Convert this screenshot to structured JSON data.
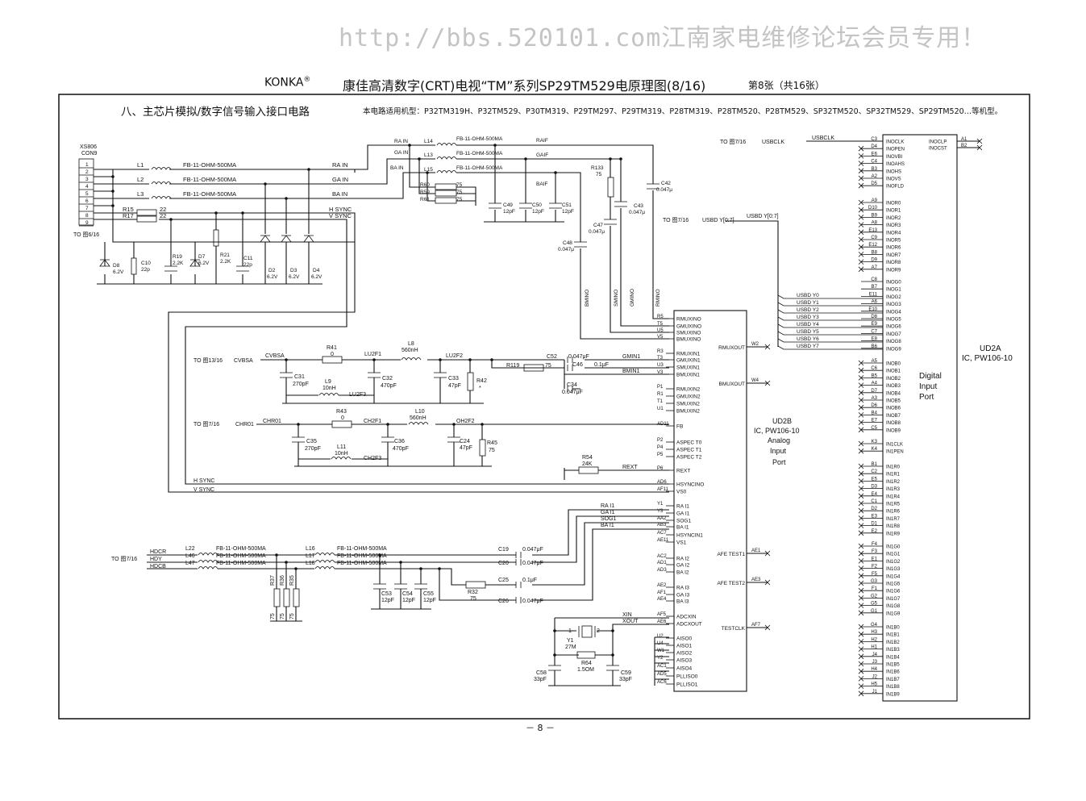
{
  "watermark": "http://bbs.520101.com江南家电维修论坛会员专用！",
  "header": {
    "brand": "KONKA",
    "registered": "®",
    "title": "康佳高清数字(CRT)电视“TM”系列SP29TM529电原理图(8/16)",
    "sheet": "第8张（共16张）"
  },
  "section": {
    "title": "八、主芯片模拟/数字信号输入接口电路",
    "models": "本电路适用机型：P32TM319H、P32TM529、P30TM319、P29TM297、P29TM319、P28TM319、P28TM520、P28TM529、SP32TM520、SP32TM529、SP29TM520…等机型。"
  },
  "footer": {
    "page": "－ 8 －"
  },
  "connector": {
    "ref": "XS806",
    "name": "CON9",
    "to": "TO 图6/16",
    "pins": [
      "1",
      "2",
      "3",
      "4",
      "5",
      "6",
      "7",
      "8",
      "9"
    ]
  },
  "ferrites": [
    {
      "ref": "L1",
      "val": "FB-11-OHM-500MA",
      "net": "RA IN"
    },
    {
      "ref": "L2",
      "val": "FB-11-OHM-500MA",
      "net": "GA IN"
    },
    {
      "ref": "L3",
      "val": "FB-11-OHM-500MA",
      "net": "BA IN"
    }
  ],
  "sync_resistors": [
    {
      "ref": "R15",
      "val": "22",
      "net": "H SYNC"
    },
    {
      "ref": "R17",
      "val": "22",
      "net": "V SYNC"
    }
  ],
  "protection": [
    {
      "ref": "D8",
      "val": "6.2V"
    },
    {
      "ref": "C10",
      "val": "22p"
    },
    {
      "ref": "R19",
      "val": "2.2K"
    },
    {
      "ref": "D7",
      "val": "6.2V"
    },
    {
      "ref": "R21",
      "val": "2.2K"
    },
    {
      "ref": "C11",
      "val": "22p"
    },
    {
      "ref": "D2",
      "val": "6.2V"
    },
    {
      "ref": "D3",
      "val": "6.2V"
    },
    {
      "ref": "D4",
      "val": "6.2V"
    }
  ],
  "rgb_input": {
    "nets": [
      "RA IN",
      "GA IN",
      "BA IN"
    ],
    "filters": [
      {
        "ref": "L14",
        "val": "FB-11-OHM-500MA"
      },
      {
        "ref": "L13",
        "val": "FB-11-OHM-500MA"
      },
      {
        "ref": "L15",
        "val": "FB-11-OHM-500MA"
      }
    ],
    "terminations": [
      {
        "ref": "R60",
        "val": "75"
      },
      {
        "ref": "R59",
        "val": "75"
      },
      {
        "ref": "R61",
        "val": "75"
      }
    ],
    "caps": [
      {
        "ref": "C49",
        "val": "12pF"
      },
      {
        "ref": "C50",
        "val": "12pF"
      },
      {
        "ref": "C51",
        "val": "12pF"
      }
    ],
    "if_nets": [
      "RAIF",
      "GAIF",
      "BAIF"
    ],
    "r133": {
      "ref": "R133",
      "val": "75"
    },
    "c42": {
      "ref": "C42",
      "val": "0.047μ"
    },
    "c43": {
      "ref": "C43",
      "val": "0.047μ"
    },
    "c47": {
      "ref": "C47",
      "val": "0.047μ"
    },
    "c48": {
      "ref": "C48",
      "val": "0.047μ"
    },
    "mux_nets": [
      "BMINO",
      "SMINO",
      "GMINO",
      "RMINO"
    ]
  },
  "cvbs": {
    "to": "TO 图13/16",
    "net": "CVBSA",
    "in_label": "CVBSA",
    "r41": {
      "ref": "R41",
      "val": "0"
    },
    "l8": {
      "ref": "L8",
      "val": "560nH"
    },
    "l9": {
      "ref": "L9",
      "val": "10nH"
    },
    "c31": {
      "ref": "C31",
      "val": "270pF"
    },
    "c32": {
      "ref": "C32",
      "val": "470pF"
    },
    "c33": {
      "ref": "C33",
      "val": "47pF"
    },
    "r42": {
      "ref": "R42",
      "val": "*"
    },
    "r119": {
      "ref": "R119",
      "val": "75"
    },
    "c52": {
      "ref": "C52",
      "val": "0.047μF"
    },
    "c46": {
      "ref": "C46",
      "val": "0.1μF"
    },
    "c34": {
      "ref": "C34",
      "val": "0.047μF"
    },
    "nets": [
      "LU2F1",
      "LU2F2",
      "LU2F3",
      "GMIN1",
      "BMIN1"
    ]
  },
  "chroma": {
    "to": "TO 图7/16",
    "net": "CHR01",
    "r43": {
      "ref": "R43",
      "val": "0"
    },
    "l10": {
      "ref": "L10",
      "val": "560nH"
    },
    "l11": {
      "ref": "L11",
      "val": "10nH"
    },
    "c35": {
      "ref": "C35",
      "val": "270pF"
    },
    "c36": {
      "ref": "C36",
      "val": "470pF"
    },
    "c24": {
      "ref": "C24",
      "val": "47pF"
    },
    "r45": {
      "ref": "R45",
      "val": "75"
    },
    "nets": [
      "CH2F1",
      "OH2F2",
      "CH2F3"
    ]
  },
  "rext": {
    "ref": "R54",
    "val": "24K",
    "net": "REXT"
  },
  "sync_nets": [
    "H SYNC",
    "V SYNC"
  ],
  "hd": {
    "to": "TO 图7/16",
    "inputs": [
      "HDCR",
      "HDY",
      "HDCB"
    ],
    "l1": [
      {
        "ref": "L22"
      },
      {
        "ref": "L46"
      },
      {
        "ref": "L47"
      }
    ],
    "l2": [
      {
        "ref": "L16"
      },
      {
        "ref": "L17"
      },
      {
        "ref": "L18"
      }
    ],
    "fb": "FB-11-OHM-500MA",
    "res": [
      {
        "ref": "R37",
        "val": "75"
      },
      {
        "ref": "R36",
        "val": "75"
      },
      {
        "ref": "R35",
        "val": "75"
      }
    ],
    "caps": [
      {
        "ref": "C53",
        "val": "12pF"
      },
      {
        "ref": "C54",
        "val": "12pF"
      },
      {
        "ref": "C55",
        "val": "12pF"
      }
    ],
    "coupling": [
      {
        "ref": "C19",
        "val": "0.047μF"
      },
      {
        "ref": "C20",
        "val": "0.047μF"
      },
      {
        "ref": "C25",
        "val": "0.1μF"
      },
      {
        "ref": "C26",
        "val": "0.047μF"
      }
    ],
    "r32": {
      "ref": "R32",
      "val": "75"
    },
    "nets": [
      "RA I1",
      "GA I1",
      "SOG1",
      "BA I1"
    ]
  },
  "crystal": {
    "y1": {
      "ref": "Y1",
      "val": "27M"
    },
    "r64": {
      "ref": "R64",
      "val": "1.5OM"
    },
    "c58": {
      "ref": "C58",
      "val": "33pF"
    },
    "c59": {
      "ref": "C59",
      "val": "33pF"
    },
    "nets": [
      "XIN",
      "XOUT"
    ],
    "pins": [
      "1",
      "2"
    ]
  },
  "ud2b": {
    "ref": "UD2B",
    "part": "IC, PW106-10",
    "func": [
      "Analog",
      "Input",
      "Port"
    ],
    "pins_left": [
      {
        "pin": "R5",
        "name": "RMUXINO"
      },
      {
        "pin": "T5",
        "name": "GMUXINO"
      },
      {
        "pin": "U5",
        "name": "SMUXINO"
      },
      {
        "pin": "V5",
        "name": "BMUXINO"
      },
      {
        "pin": "R3",
        "name": "RMUXIN1"
      },
      {
        "pin": "T3",
        "name": "GMUXIN1"
      },
      {
        "pin": "U3",
        "name": "SMUXIN1"
      },
      {
        "pin": "V3",
        "name": "BMUXIN1"
      },
      {
        "pin": "P1",
        "name": "RMUXIN2"
      },
      {
        "pin": "R1",
        "name": "GMUXIN2"
      },
      {
        "pin": "T1",
        "name": "SMUXIN2"
      },
      {
        "pin": "U1",
        "name": "BMUXIN2"
      },
      {
        "pin": "AD11",
        "name": "FB"
      },
      {
        "pin": "P2",
        "name": "ASPEC T0"
      },
      {
        "pin": "P4",
        "name": "ASPEC T1"
      },
      {
        "pin": "P5",
        "name": "ASPEC T2"
      },
      {
        "pin": "P6",
        "name": "REXT"
      },
      {
        "pin": "AD6",
        "name": "HSYNCINO"
      },
      {
        "pin": "AF11",
        "name": "VS0"
      },
      {
        "pin": "Y1",
        "name": "RA I1"
      },
      {
        "pin": "Y3",
        "name": "GA I1"
      },
      {
        "pin": "AA2",
        "name": "SOG1"
      },
      {
        "pin": "AB3",
        "name": "BA I1"
      },
      {
        "pin": "AC7",
        "name": "HSYNCIN1"
      },
      {
        "pin": "AE11",
        "name": "VS1"
      },
      {
        "pin": "AC2",
        "name": "RA I2"
      },
      {
        "pin": "AD1",
        "name": "GA I2"
      },
      {
        "pin": "AD3",
        "name": "BA I2"
      },
      {
        "pin": "AE2",
        "name": "RA I3"
      },
      {
        "pin": "AF1",
        "name": "GA I3"
      },
      {
        "pin": "AE4",
        "name": "BA I3"
      },
      {
        "pin": "AF5",
        "name": "ADCXIN"
      },
      {
        "pin": "AE6",
        "name": "ADCXOUT"
      },
      {
        "pin": "U2",
        "name": "AISO0"
      },
      {
        "pin": "U4",
        "name": "AISO1"
      },
      {
        "pin": "W1",
        "name": "AISO2"
      },
      {
        "pin": "Y2",
        "name": "AISO3"
      },
      {
        "pin": "AC1",
        "name": "AISO4"
      },
      {
        "pin": "AD5",
        "name": "PLLISO0"
      },
      {
        "pin": "AC6",
        "name": "PLLISO1"
      }
    ],
    "pins_right": [
      {
        "pin": "W2",
        "name": "RMUXOUT"
      },
      {
        "pin": "W4",
        "name": "BMUXOUT"
      },
      {
        "pin": "AE1",
        "name": "AFE TEST1"
      },
      {
        "pin": "AE3",
        "name": "AFE TEST2"
      },
      {
        "pin": "AF7",
        "name": "TESTCLK"
      }
    ]
  },
  "ud2a": {
    "ref": "UD2A",
    "part": "IC, PW106-10",
    "func": [
      "Digital",
      "Input",
      "Port"
    ],
    "to": "TO 图7/16",
    "usbclk": "USBCLK",
    "usbd_to": "TO 图7/16",
    "usbd_bus": "USBD Y[0:7]",
    "usbd_bus2": "USBD Y[0:7]",
    "usbd": [
      "USBD Y0",
      "USBD Y1",
      "USBD Y2",
      "USBD Y3",
      "USBD Y4",
      "USBD Y5",
      "USBD Y6",
      "USBD Y7"
    ],
    "right_pins": [
      {
        "pin": "A1",
        "name": "INOCLP"
      },
      {
        "pin": "B2",
        "name": "INOCST"
      }
    ],
    "groups": [
      [
        [
          "C3",
          "INOCLK"
        ],
        [
          "D4",
          "INOPEN"
        ],
        [
          "E6",
          "INOVBI"
        ],
        [
          "C4",
          "INOAHS"
        ],
        [
          "B3",
          "INOHS"
        ],
        [
          "A2",
          "INOVS"
        ],
        [
          "D5",
          "INOFLD"
        ]
      ],
      [
        [
          "A9",
          "INOR0"
        ],
        [
          "D10",
          "INOR1"
        ],
        [
          "B9",
          "INOR2"
        ],
        [
          "A8",
          "INOR3"
        ],
        [
          "E13",
          "INOR4"
        ],
        [
          "C9",
          "INOR5"
        ],
        [
          "E12",
          "INOR6"
        ],
        [
          "B8",
          "INOR7"
        ],
        [
          "D9",
          "INOR8"
        ],
        [
          "A7",
          "INOR9"
        ]
      ],
      [
        [
          "C8",
          "INOG0"
        ],
        [
          "B7",
          "INOG1"
        ],
        [
          "E11",
          "INOG2"
        ],
        [
          "A6",
          "INOG3"
        ],
        [
          "E10",
          "INOG4"
        ],
        [
          "D8",
          "INOG5"
        ],
        [
          "E9",
          "INOG6"
        ],
        [
          "C7",
          "INOG7"
        ],
        [
          "E8",
          "INOG8"
        ],
        [
          "B6",
          "INOG9"
        ]
      ],
      [
        [
          "A5",
          "INOB0"
        ],
        [
          "C6",
          "INOB1"
        ],
        [
          "B5",
          "INOB2"
        ],
        [
          "A4",
          "INOB3"
        ],
        [
          "D7",
          "INOB4"
        ],
        [
          "A3",
          "INOB5"
        ],
        [
          "D6",
          "INOB6"
        ],
        [
          "B4",
          "INOB7"
        ],
        [
          "E7",
          "INOB8"
        ],
        [
          "C5",
          "INOB9"
        ]
      ],
      [
        [
          "K3",
          "IN1CLK"
        ],
        [
          "K4",
          "IN1PEN"
        ]
      ],
      [
        [
          "B1",
          "IN1R0"
        ],
        [
          "C2",
          "IN1R1"
        ],
        [
          "E5",
          "IN1R2"
        ],
        [
          "D3",
          "IN1R3"
        ],
        [
          "E4",
          "IN1R4"
        ],
        [
          "C1",
          "IN1R5"
        ],
        [
          "D2",
          "IN1R6"
        ],
        [
          "E3",
          "IN1R7"
        ],
        [
          "D1",
          "IN1R8"
        ],
        [
          "E2",
          "IN1R9"
        ]
      ],
      [
        [
          "F4",
          "IN1G0"
        ],
        [
          "F3",
          "IN1G1"
        ],
        [
          "E1",
          "IN1G2"
        ],
        [
          "F2",
          "IN1G3"
        ],
        [
          "F5",
          "IN1G4"
        ],
        [
          "G3",
          "IN1G5"
        ],
        [
          "F1",
          "IN1G6"
        ],
        [
          "G2",
          "IN1G7"
        ],
        [
          "G5",
          "IN1G8"
        ],
        [
          "G1",
          "IN1G9"
        ]
      ],
      [
        [
          "G4",
          "IN1B0"
        ],
        [
          "H3",
          "IN1B1"
        ],
        [
          "H2",
          "IN1B2"
        ],
        [
          "H1",
          "IN1B3"
        ],
        [
          "J4",
          "IN1B4"
        ],
        [
          "J3",
          "IN1B5"
        ],
        [
          "H4",
          "IN1B6"
        ],
        [
          "J2",
          "IN1B7"
        ],
        [
          "H5",
          "IN1B8"
        ],
        [
          "J1",
          "IN1B9"
        ]
      ]
    ]
  }
}
